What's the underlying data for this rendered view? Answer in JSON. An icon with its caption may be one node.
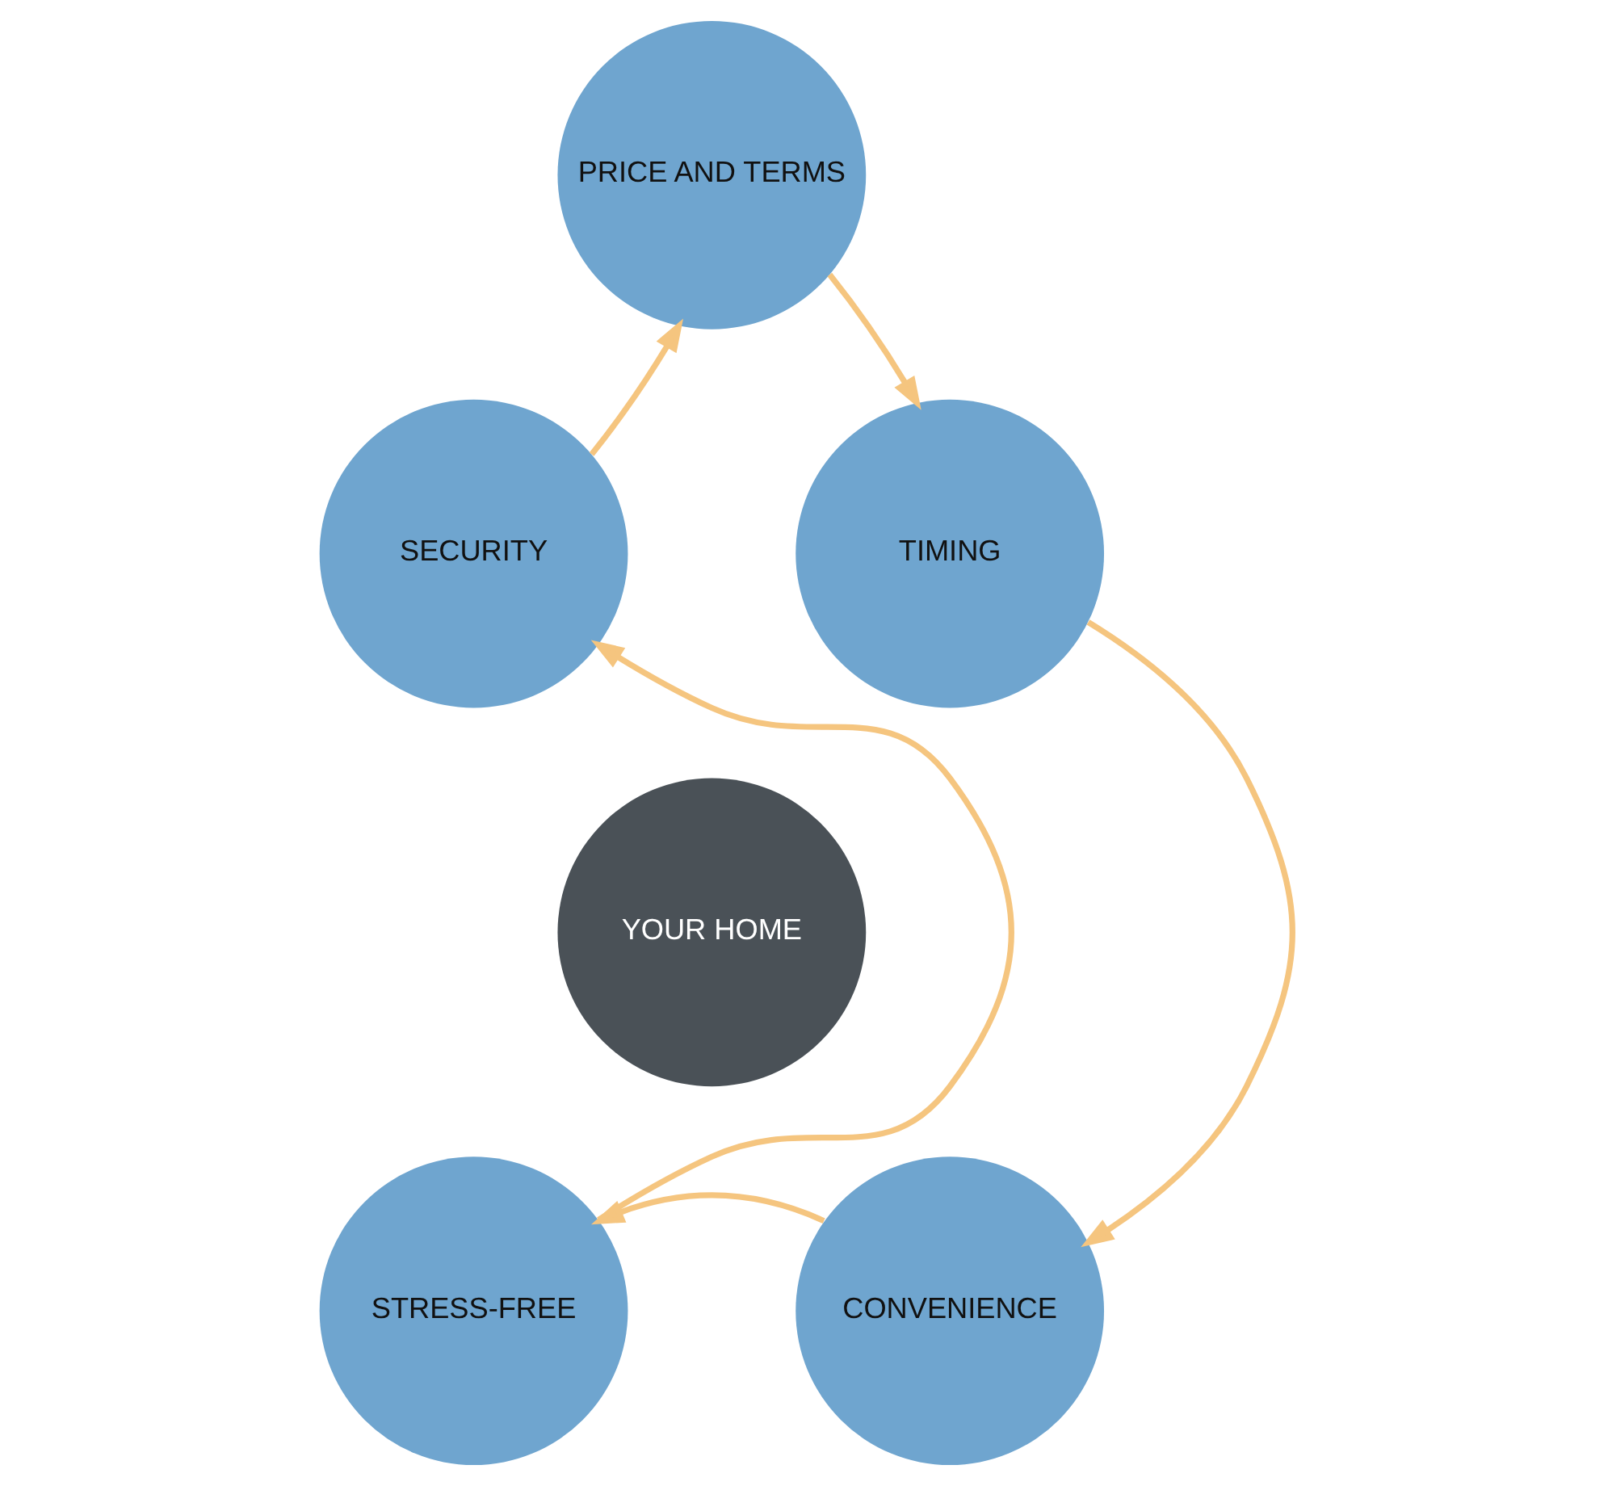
{
  "diagram": {
    "nodes": [
      {
        "text": [
          "PRICE AND TERMS"
        ]
      },
      {
        "text": [
          "SECURITY"
        ]
      },
      {
        "text": [
          "TIMING"
        ]
      },
      {
        "text": [
          "YOUR HOME"
        ]
      },
      {
        "text": [
          "STRESS-FREE"
        ]
      },
      {
        "text": [
          "CONVENIENCE"
        ]
      }
    ],
    "edges": [
      {
        "from": 0,
        "to": 2,
        "arrow": "to"
      },
      {
        "from": 2,
        "to": 5,
        "arrow": "to"
      },
      {
        "from": 5,
        "to": 4,
        "arrow": "to"
      },
      {
        "from": 4,
        "to": 1,
        "arrow": "to"
      },
      {
        "from": 1,
        "to": 0,
        "arrow": "to"
      }
    ]
  }
}
